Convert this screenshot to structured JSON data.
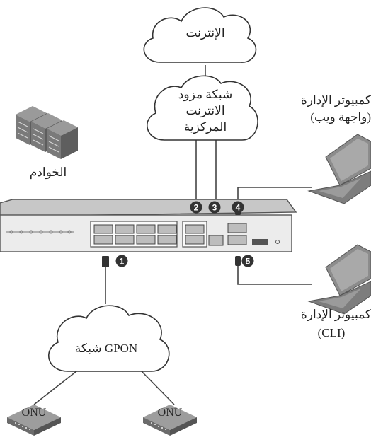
{
  "internet_label": "الإنترنت",
  "isp_label": [
    "شبكة مزود",
    "الانترنت",
    "المركزية"
  ],
  "servers_label": "الخوادم",
  "mgmt_web": [
    "كمبيوتر الإدارة",
    "(واجهة ويب)"
  ],
  "mgmt_cli": [
    "كمبيوتر الإدارة",
    "(CLI)"
  ],
  "gpon_label": "شبكة GPON",
  "onu_left": "ONU",
  "onu_right": "ONU",
  "badges": [
    "1",
    "2",
    "3",
    "4",
    "5"
  ]
}
